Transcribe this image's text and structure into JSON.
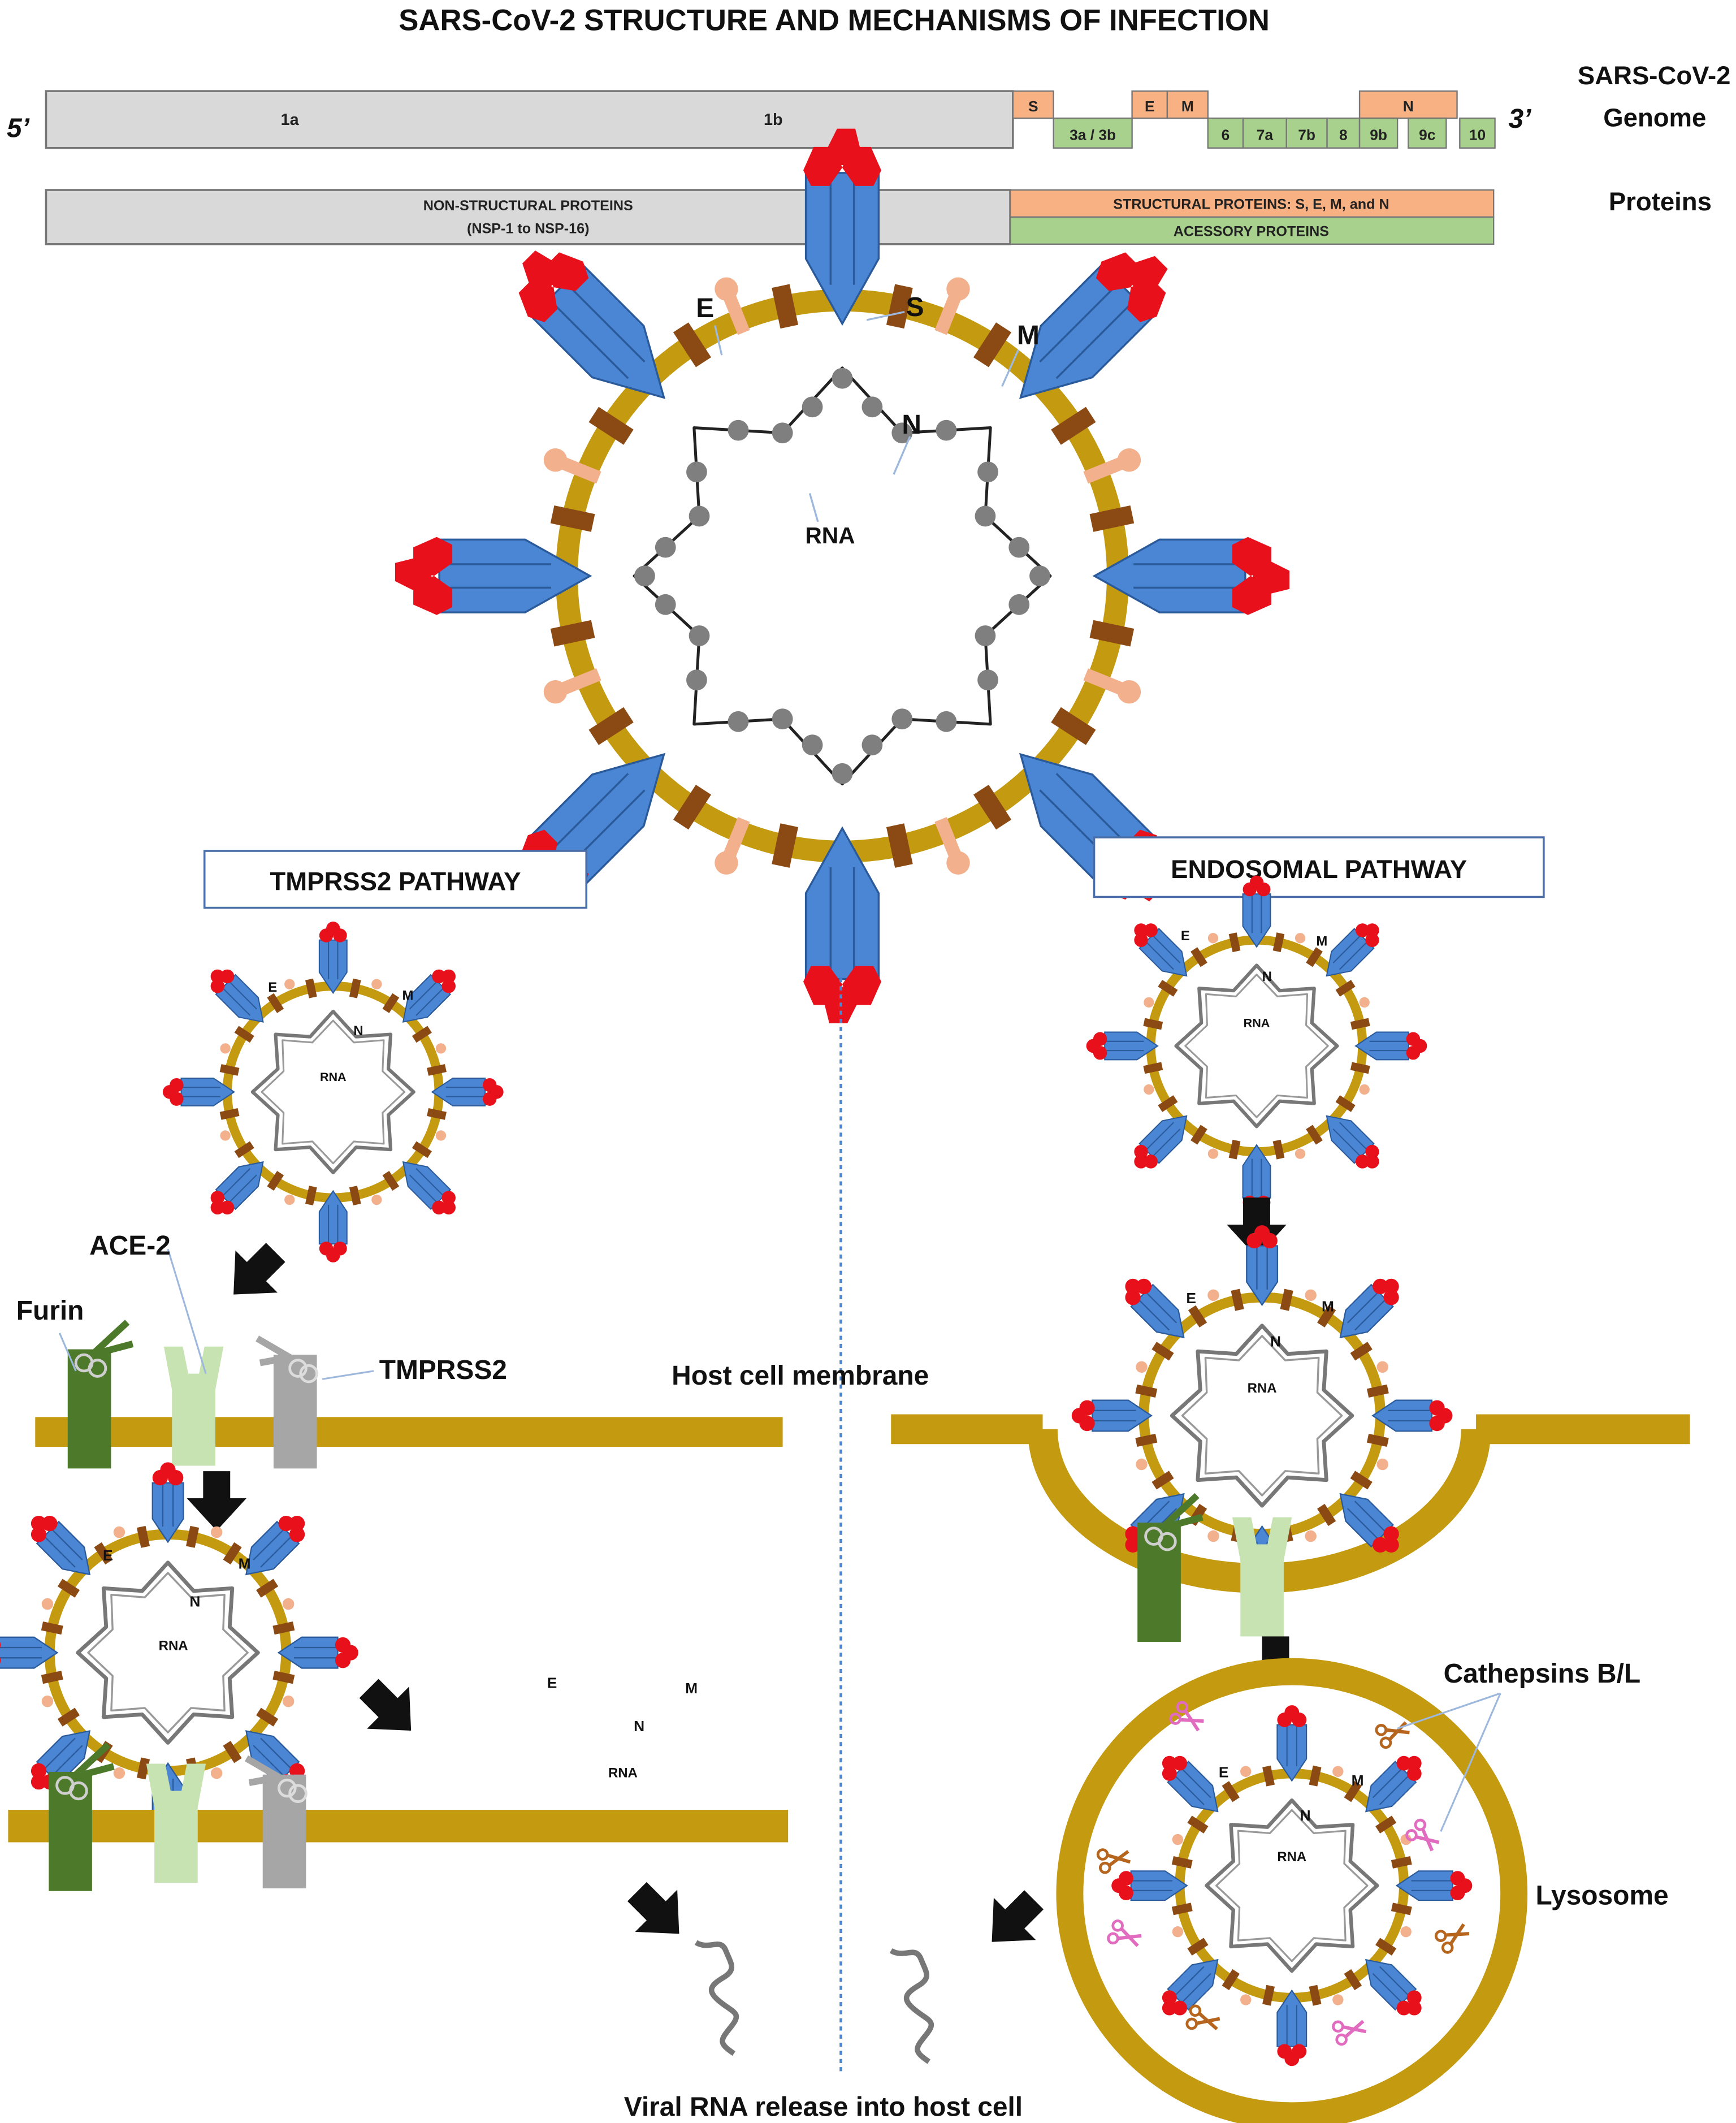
{
  "title": "SARS-CoV-2 STRUCTURE AND MECHANISMS OF INFECTION",
  "genome": {
    "five_prime": "5’",
    "three_prime": "3’",
    "label_line1": "SARS-CoV-2",
    "label_line2": "Genome",
    "nsp_1a": "1a",
    "nsp_1b": "1b",
    "seg_S": "S",
    "seg_3a3b": "3a / 3b",
    "seg_E": "E",
    "seg_M": "M",
    "seg_6": "6",
    "seg_7a": "7a",
    "seg_7b": "7b",
    "seg_8": "8",
    "seg_9b": "9b",
    "seg_N": "N",
    "seg_9c": "9c",
    "seg_10": "10"
  },
  "proteins": {
    "label": "Proteins",
    "nonstructural_line1": "NON-STRUCTURAL PROTEINS",
    "nonstructural_line2": "(NSP-1 to NSP-16)",
    "structural": "STRUCTURAL PROTEINS: S, E, M, and N",
    "accessory": "ACESSORY PROTEINS"
  },
  "virion_labels": {
    "E": "E",
    "S": "S",
    "M": "M",
    "N": "N",
    "RNA": "RNA"
  },
  "pathways": {
    "tmprss2": "TMPRSS2 PATHWAY",
    "endosomal": "ENDOSOMAL PATHWAY"
  },
  "labels": {
    "ace2": "ACE-2",
    "furin": "Furin",
    "tmprss2": "TMPRSS2",
    "host_membrane": "Host cell membrane",
    "cathepsins": "Cathepsins B/L",
    "lysosome": "Lysosome",
    "viral_release": "Viral RNA release into host cell"
  },
  "colors": {
    "spike": "#4a86d4",
    "spike_tip": "#e8101a",
    "envelope": "#c49a10",
    "m_protein": "#8b4a14",
    "e_protein": "#f2b08c",
    "n_protein": "#7f7f7f",
    "furin": "#4d7a2a",
    "ace2": "#c7e3b1",
    "tmprss2": "#a6a6a6",
    "nsp_box": "#d9d9d9",
    "structural_box": "#f7b183",
    "accessory_box": "#a9d18e"
  }
}
